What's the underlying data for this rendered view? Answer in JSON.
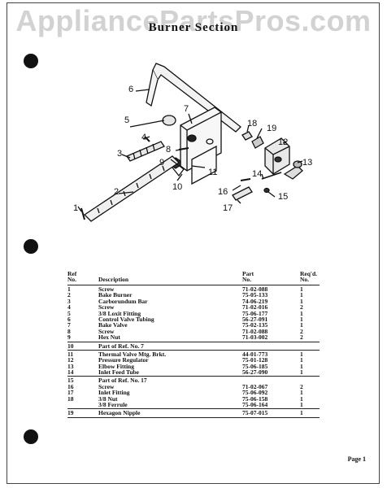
{
  "watermark": "AppliancePartsPros.com",
  "page_title": "Burner Section",
  "callouts": [
    "1",
    "2",
    "3",
    "4",
    "5",
    "6",
    "7",
    "8",
    "9",
    "10",
    "11",
    "12",
    "13",
    "14",
    "15",
    "16",
    "17",
    "18",
    "19"
  ],
  "table": {
    "headers": {
      "ref_line1": "Ref",
      "ref_line2": "No.",
      "description": "Description",
      "part_line1": "Part",
      "part_line2": "No.",
      "req_line1": "Req'd.",
      "req_line2": "No."
    },
    "rows": [
      {
        "ref": "1",
        "desc": "Screw",
        "part": "71-02-088",
        "req": "1"
      },
      {
        "ref": "2",
        "desc": "Bake Burner",
        "part": "75-05-133",
        "req": "1"
      },
      {
        "ref": "3",
        "desc": "Carborundum Bar",
        "part": "74-06-219",
        "req": "1"
      },
      {
        "ref": "4",
        "desc": "Screw",
        "part": "71-02-016",
        "req": "2"
      },
      {
        "ref": "5",
        "desc": "3/8 Loxit Fitting",
        "part": "75-06-177",
        "req": "1"
      },
      {
        "ref": "6",
        "desc": "Control Valve Tubing",
        "part": "56-27-091",
        "req": "1"
      },
      {
        "ref": "7",
        "desc": "Bake Valve",
        "part": "75-02-135",
        "req": "1"
      },
      {
        "ref": "8",
        "desc": "Screw",
        "part": "71-02-088",
        "req": "2"
      },
      {
        "ref": "9",
        "desc": "Hex Nut",
        "part": "71-03-002",
        "req": "2"
      },
      {
        "ref": "10",
        "desc": "Part of Ref. No. 7",
        "part": "",
        "req": ""
      },
      {
        "ref": "11",
        "desc": "Thermal Valve Mtg. Brkt.",
        "part": "44-01-773",
        "req": "1"
      },
      {
        "ref": "12",
        "desc": "Pressure Regulator",
        "part": "75-01-128",
        "req": "1"
      },
      {
        "ref": "13",
        "desc": "Elbow Fitting",
        "part": "75-06-185",
        "req": "1"
      },
      {
        "ref": "14",
        "desc": "Inlet Feed Tube",
        "part": "56-27-090",
        "req": "1"
      },
      {
        "ref": "15",
        "desc": "Part of Ref. No. 17",
        "part": "",
        "req": ""
      },
      {
        "ref": "16",
        "desc": "Screw",
        "part": "71-02-067",
        "req": "2"
      },
      {
        "ref": "17",
        "desc": "Inlet Fitting",
        "part": "75-06-092",
        "req": "1"
      },
      {
        "ref": "18",
        "desc": "3/8 Nut",
        "part": "75-06-158",
        "req": "1"
      },
      {
        "ref": "",
        "desc": "3/8 Ferrule",
        "part": "75-06-164",
        "req": "1"
      },
      {
        "ref": "19",
        "desc": "Hexagon Nipple",
        "part": "75-07-015",
        "req": "1"
      }
    ]
  },
  "footer": "Page 1"
}
